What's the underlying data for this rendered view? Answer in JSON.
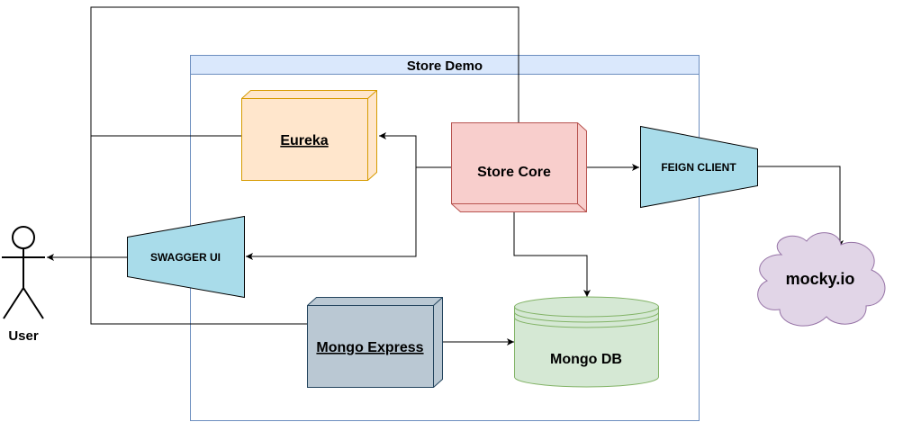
{
  "diagram": {
    "group_title": "Store Demo",
    "nodes": {
      "eureka": "Eureka",
      "store_core": "Store Core",
      "feign_client": "FEIGN CLIENT",
      "swagger_ui": "SWAGGER UI",
      "mocky": "mocky.io",
      "mongo_express": "Mongo Express",
      "mongo_db": "Mongo DB",
      "user": "User"
    },
    "colors": {
      "group_header": "#dae8fc",
      "group_border": "#6c8ebf",
      "eureka_fill": "#ffe6cc",
      "eureka_stroke": "#d79b00",
      "store_core_fill": "#f8cecc",
      "store_core_stroke": "#b85450",
      "trapezoid_fill": "#a9dcea",
      "mocky_fill": "#e1d5e7",
      "mocky_stroke": "#9673a6",
      "mongo_express_fill": "#bac8d3",
      "mongo_express_stroke": "#23445d",
      "mongo_db_fill": "#d5e8d4",
      "mongo_db_stroke": "#82b366"
    }
  }
}
